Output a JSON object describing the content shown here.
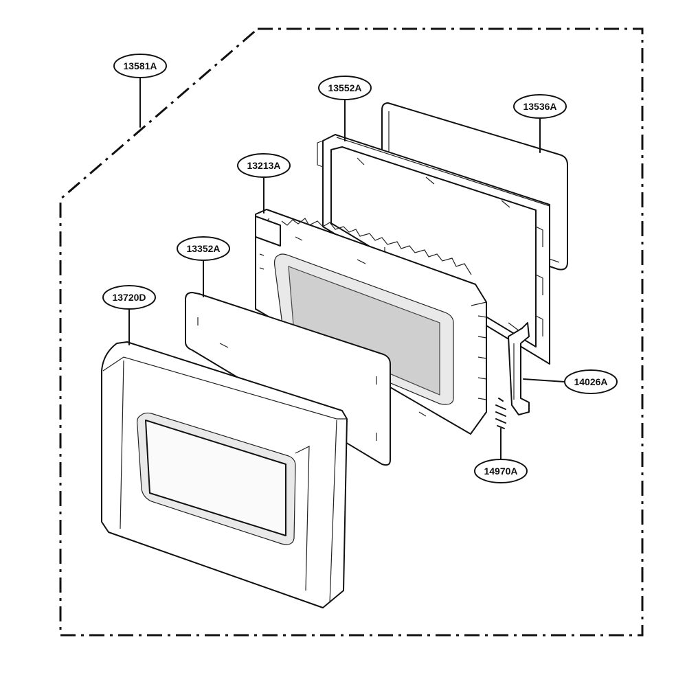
{
  "diagram": {
    "parts": [
      {
        "id": "assembly",
        "label": "13581A"
      },
      {
        "id": "frame",
        "label": "13552A"
      },
      {
        "id": "choke-cover",
        "label": "13536A"
      },
      {
        "id": "door-inner",
        "label": "13213A"
      },
      {
        "id": "screen",
        "label": "13352A"
      },
      {
        "id": "door-frame",
        "label": "13720D"
      },
      {
        "id": "latch",
        "label": "14026A"
      },
      {
        "id": "spring",
        "label": "14970A"
      }
    ]
  }
}
